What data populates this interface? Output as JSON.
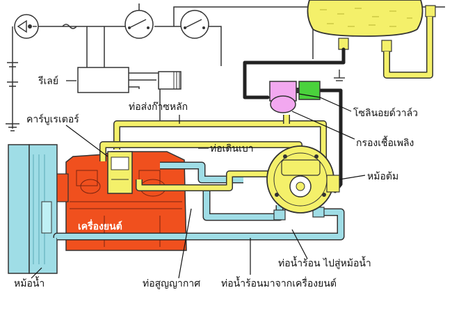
{
  "labels": {
    "relay": "รีเลย์",
    "main_gas_pipe": "ท่อส่งก๊าซหลัก",
    "carburetor": "คาร์บูเรเตอร์",
    "idle_pipe": "ท่อเดินเบา",
    "solenoid_valve": "โซลินอยด์วาล์ว",
    "fuel_filter": "กรองเชื้อเพลิง",
    "vaporizer": "หม้อต้ม",
    "engine": "เครื่องยนต์",
    "radiator": "หม้อน้ำ",
    "vacuum_pipe": "ท่อสูญญากาศ",
    "hot_water_from_engine": "ท่อน้ำร้อนมาจากเครื่องยนต์",
    "hot_water_to_radiator": "ท่อน้ำร้อน ไปสู่หม้อน้ำ"
  },
  "colors": {
    "engine": "#f0501e",
    "gas_pipe": "#f4f06a",
    "water_pipe": "#9fdde6",
    "solenoid": "#4ad23c",
    "filter": "#f2a8f0",
    "tank": "#f4f06a",
    "vaporizer": "#f4f06a"
  }
}
